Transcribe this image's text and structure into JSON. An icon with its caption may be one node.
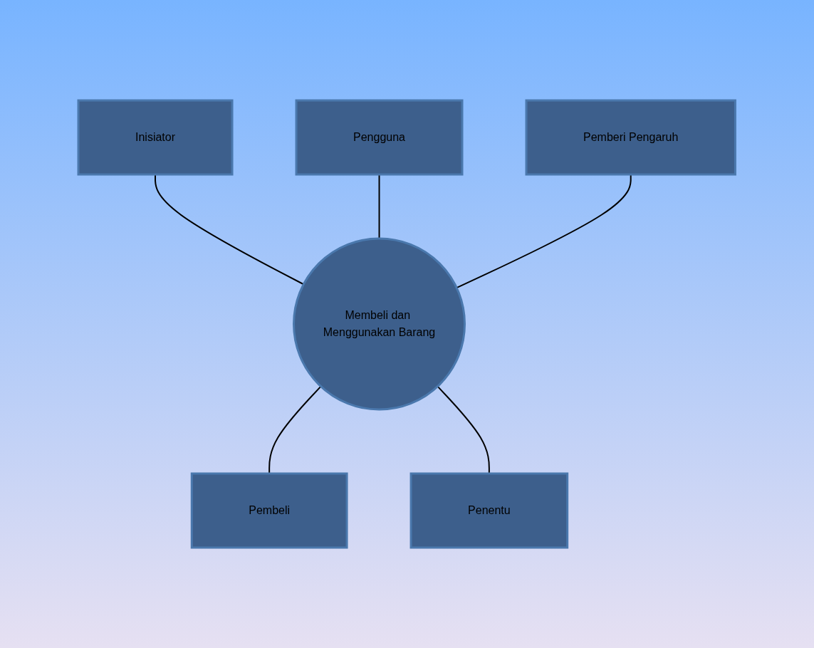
{
  "diagram": {
    "nodes": [
      {
        "text": [
          "Inisiator"
        ]
      },
      {
        "text": [
          "Pengguna"
        ]
      },
      {
        "text": [
          "Pemberi Pengaruh"
        ]
      },
      {
        "text": [
          "Membeli dan Menggunakan Barang"
        ]
      },
      {
        "text": [
          "Pembeli"
        ]
      },
      {
        "text": [
          "Penentu"
        ]
      }
    ],
    "edges": [
      {
        "from": 0,
        "to": 3,
        "arrow": "none"
      },
      {
        "from": 1,
        "to": 3,
        "arrow": "none"
      },
      {
        "from": 2,
        "to": 3,
        "arrow": "none"
      },
      {
        "from": 3,
        "to": 4,
        "arrow": "none"
      },
      {
        "from": 3,
        "to": 5,
        "arrow": "none"
      }
    ]
  }
}
